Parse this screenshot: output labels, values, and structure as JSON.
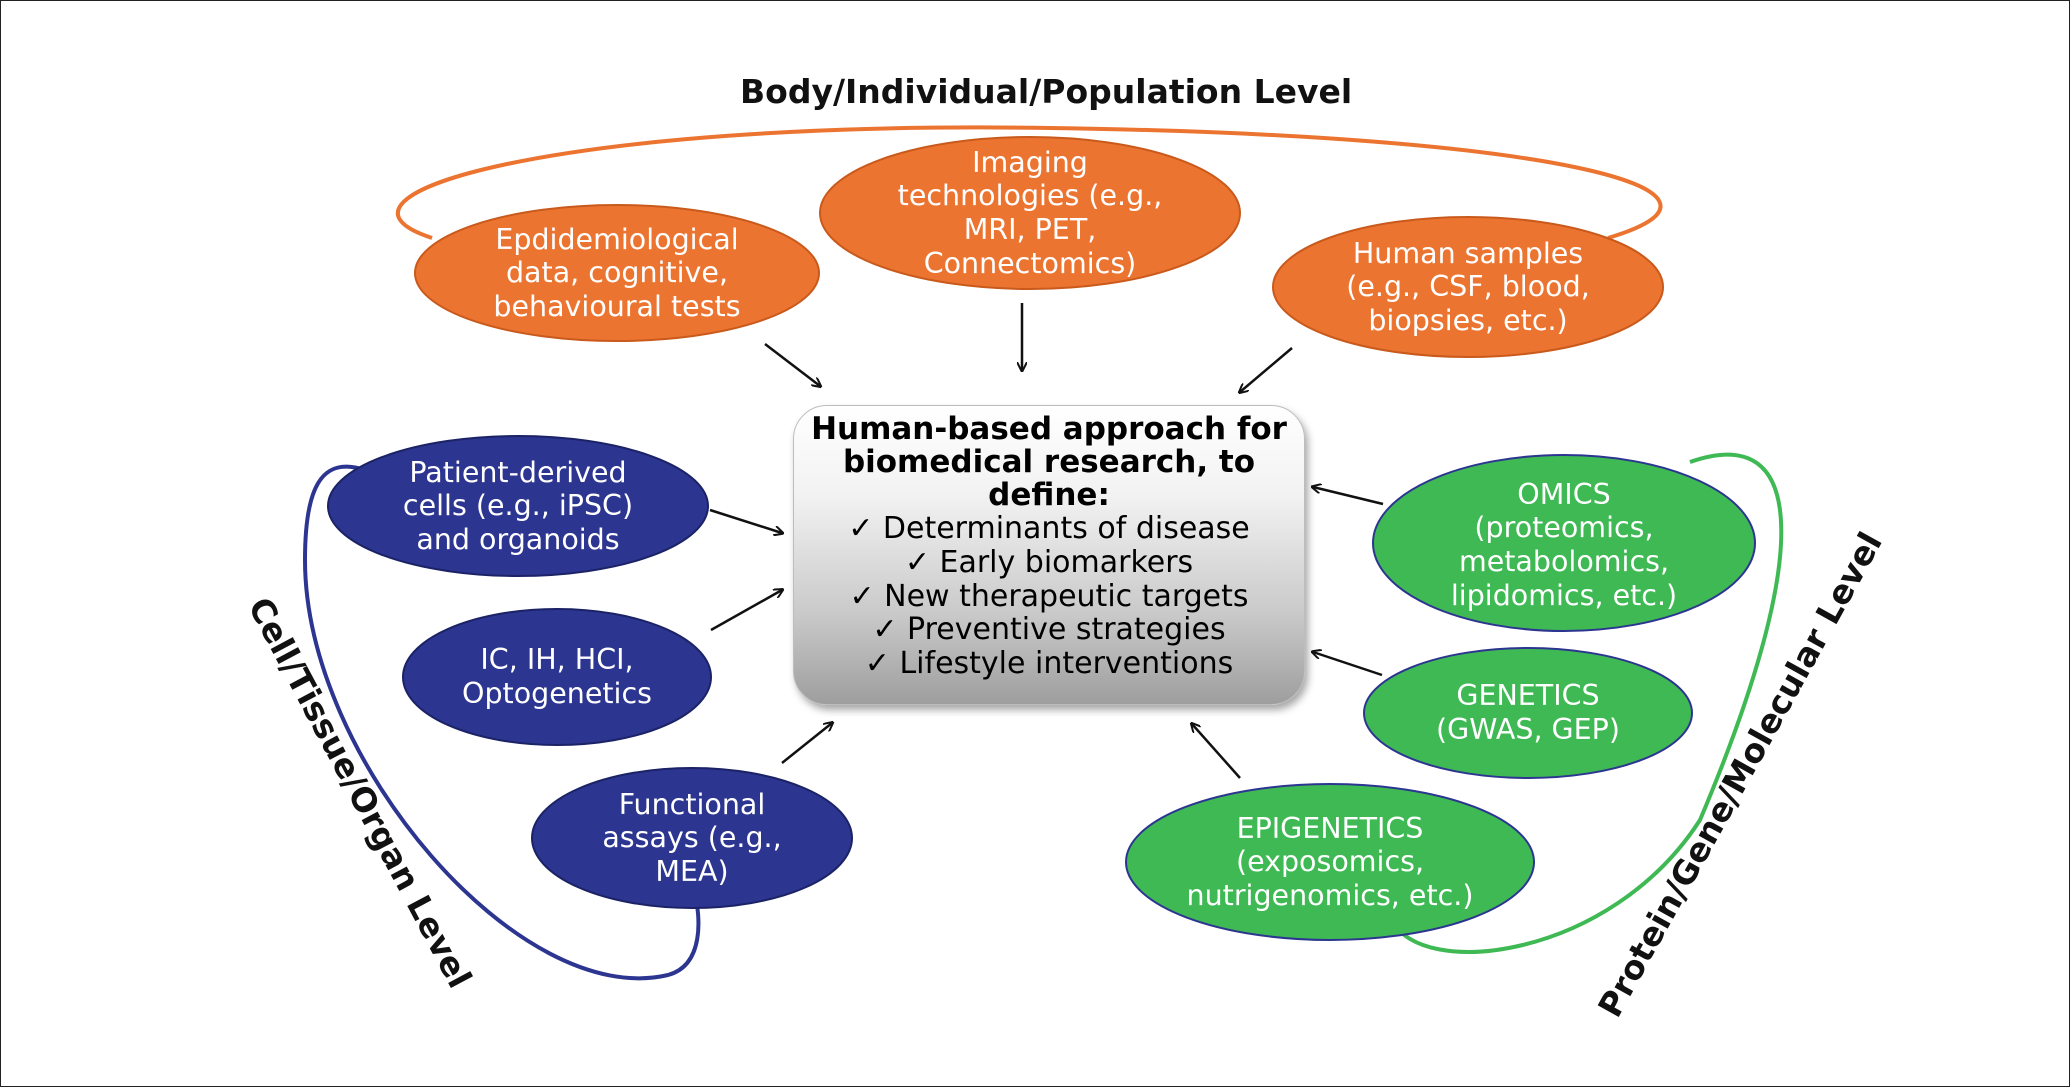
{
  "levels": {
    "top": "Body/Individual/Population Level",
    "left": "Cell/Tissue/Organ Level",
    "right": "Protein/Gene/Molecular Level"
  },
  "colors": {
    "orange": "#ec7431",
    "blue": "#2c3590",
    "green": "#3fb954"
  },
  "center": {
    "title": [
      "Human-based approach for",
      "biomedical research, to",
      "define:"
    ],
    "items": [
      "✓ Determinants of disease",
      "✓ Early biomarkers",
      "✓ New therapeutic targets",
      "✓ Preventive strategies",
      "✓ Lifestyle interventions"
    ]
  },
  "orange_nodes": [
    [
      "Epdidemiological",
      "data, cognitive,",
      "behavioural tests"
    ],
    [
      "Imaging",
      "technologies (e.g.,",
      "MRI, PET,",
      "Connectomics)"
    ],
    [
      "Human samples",
      "(e.g., CSF, blood,",
      "biopsies, etc.)"
    ]
  ],
  "blue_nodes": [
    [
      "Patient-derived",
      "cells (e.g., iPSC)",
      "and organoids"
    ],
    [
      "IC, IH, HCI,",
      "Optogenetics"
    ],
    [
      "Functional",
      "assays (e.g.,",
      "MEA)"
    ]
  ],
  "green_nodes": [
    [
      "OMICS",
      "(proteomics,",
      "metabolomics,",
      "lipidomics, etc.)"
    ],
    [
      "GENETICS",
      "(GWAS, GEP)"
    ],
    [
      "EPIGENETICS",
      "(exposomics,",
      "nutrigenomics, etc.)"
    ]
  ]
}
